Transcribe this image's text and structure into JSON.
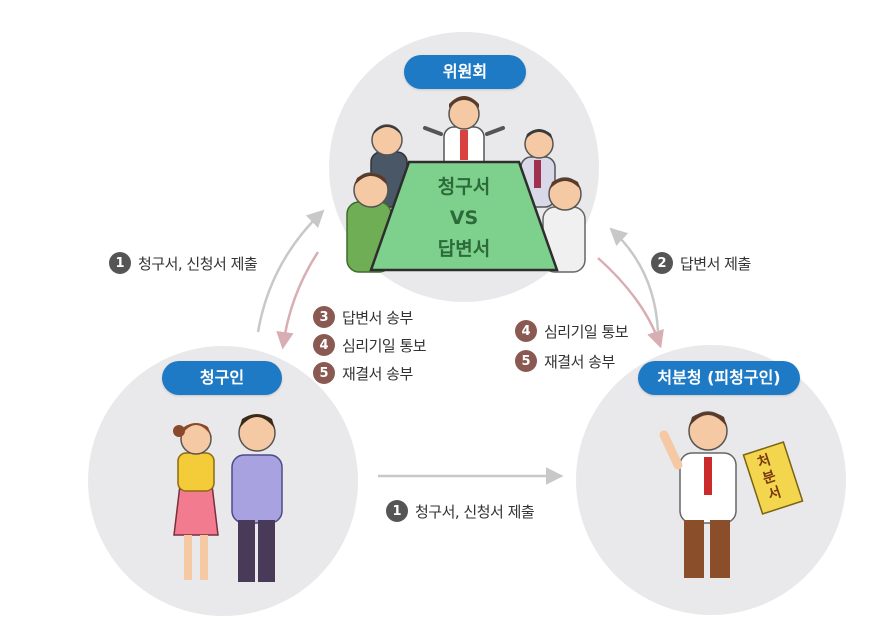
{
  "nodes": {
    "committee": {
      "label": "위원회"
    },
    "claimant": {
      "label": "청구인"
    },
    "agency": {
      "label": "처분청 (피청구인)"
    }
  },
  "table": {
    "line1": "청구서",
    "line2": "VS",
    "line3": "답변서"
  },
  "document": {
    "text": "처분서"
  },
  "steps": {
    "left_up": {
      "number": "1",
      "text": "청구서, 신청서 제출"
    },
    "right_up": {
      "number": "2",
      "text": "답변서 제출"
    },
    "bottom": {
      "number": "1",
      "text": "청구서, 신청서 제출"
    },
    "to_claimant": [
      {
        "number": "3",
        "text": "답변서 송부"
      },
      {
        "number": "4",
        "text": "심리기일 통보"
      },
      {
        "number": "5",
        "text": "재결서 송부"
      }
    ],
    "to_agency": [
      {
        "number": "4",
        "text": "심리기일 통보"
      },
      {
        "number": "5",
        "text": "재결서 송부"
      }
    ]
  },
  "colors": {
    "pill": "#1f7ac6",
    "circle": "#e9e9eb",
    "table_green": "#7ed08d",
    "submit_arrow": "#c8c8c8",
    "send_arrow": "#d9aeb3"
  }
}
